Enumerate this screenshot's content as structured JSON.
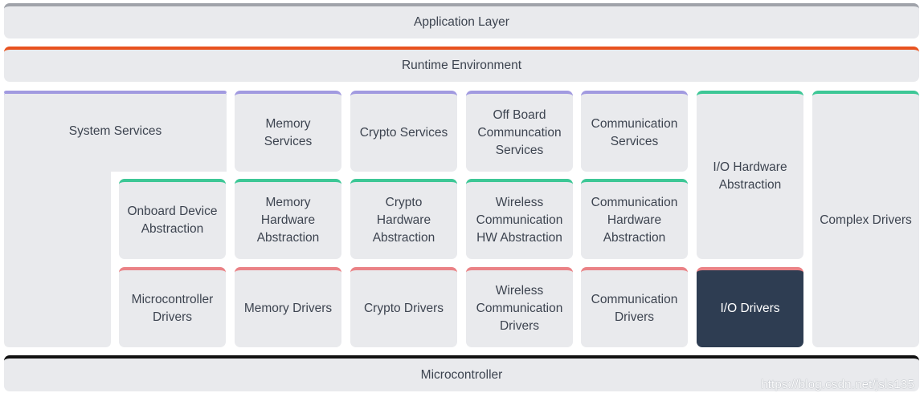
{
  "layers": {
    "application": "Application Layer",
    "runtime": "Runtime Environment",
    "microcontroller": "Microcontroller"
  },
  "services": {
    "system": "System Services",
    "memory": "Memory\nServices",
    "crypto": "Crypto Services",
    "offboard": "Off Board\nCommuncation\nServices",
    "communication": "Communication\nServices"
  },
  "abstraction": {
    "onboard": "Onboard Device\nAbstraction",
    "memory": "Memory\nHardware\nAbstraction",
    "crypto": "Crypto\nHardware\nAbstraction",
    "wireless": "Wireless\nCommunication\nHW Abstraction",
    "communication": "Communication\nHardware\nAbstraction",
    "io": "I/O Hardware\nAbstraction"
  },
  "drivers": {
    "microcontroller": "Microcontroller\nDrivers",
    "memory": "Memory Drivers",
    "crypto": "Crypto Drivers",
    "wireless": "Wireless\nCommunication\nDrivers",
    "communication": "Communication\nDrivers",
    "io": "I/O Drivers",
    "complex": "Complex Drivers"
  },
  "colors": {
    "application_top": "#a0a3aa",
    "runtime_top": "#e8521f",
    "services_top": "#a19ae0",
    "abstraction_top": "#3dc796",
    "drivers_top": "#ea8286",
    "microcontroller_top": "#111111",
    "highlight_fill": "#2e3d52",
    "block_fill": "#e9eaed"
  },
  "watermark": "https://blog.csdn.net/jsls135"
}
